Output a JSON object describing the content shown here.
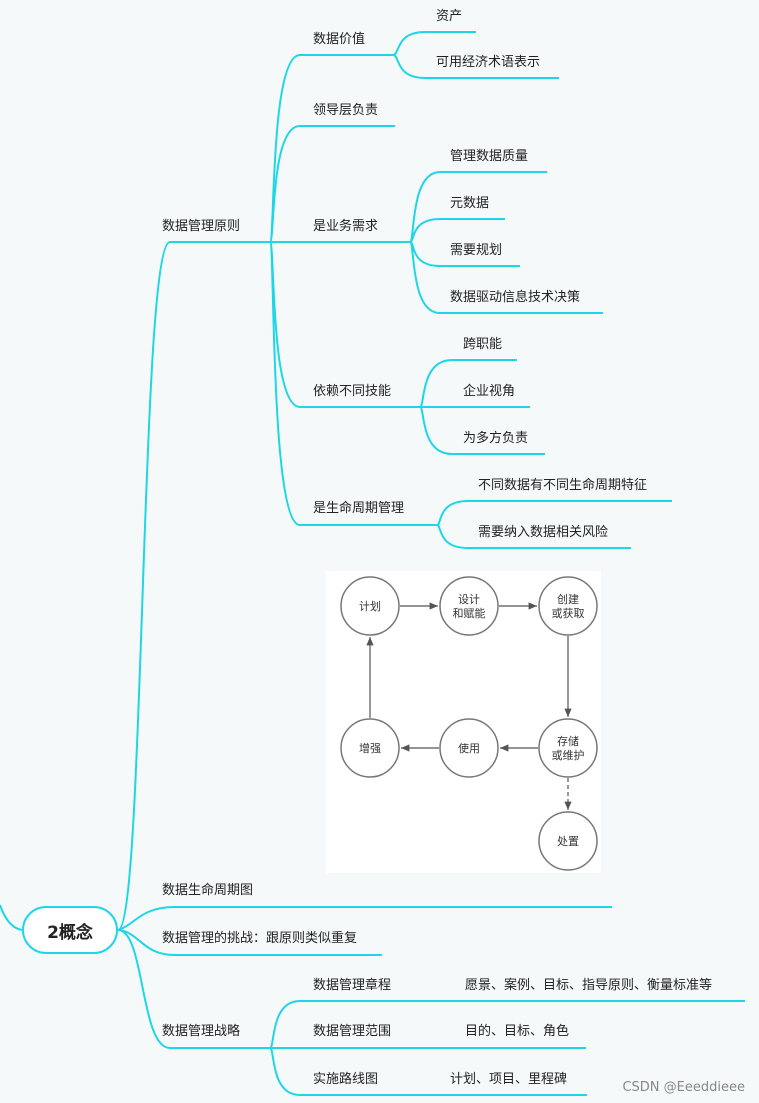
{
  "colors": {
    "branch": "#1fd6e6",
    "text": "#222222",
    "lifecycle_circle": "#666666"
  },
  "root": {
    "label": "2概念"
  },
  "principles": {
    "label": "数据管理原则",
    "value": {
      "label": "数据价值",
      "children": [
        "资产",
        "可用经济术语表示"
      ]
    },
    "leadership": {
      "label": "领导层负责"
    },
    "business": {
      "label": "是业务需求",
      "children": [
        "管理数据质量",
        "元数据",
        "需要规划",
        "数据驱动信息技术决策"
      ]
    },
    "skills": {
      "label": "依赖不同技能",
      "children": [
        "跨职能",
        "企业视角",
        "为多方负责"
      ]
    },
    "lifecycle": {
      "label": "是生命周期管理",
      "children": [
        "不同数据有不同生命周期特征",
        "需要纳入数据相关风险"
      ]
    }
  },
  "lifecycle_diagram": {
    "nodes": {
      "plan": "计划",
      "design_l1": "设计",
      "design_l2": "和赋能",
      "create_l1": "创建",
      "create_l2": "或获取",
      "store_l1": "存储",
      "store_l2": "或维护",
      "use": "使用",
      "enhance": "增强",
      "dispose": "处置"
    }
  },
  "lifecycle_chart": {
    "label": "数据生命周期图"
  },
  "challenge": {
    "label": "数据管理的挑战：跟原则类似重复"
  },
  "strategy": {
    "label": "数据管理战略",
    "charter": {
      "label": "数据管理章程",
      "detail": "愿景、案例、目标、指导原则、衡量标准等"
    },
    "scope": {
      "label": "数据管理范围",
      "detail": "目的、目标、角色"
    },
    "roadmap": {
      "label": "实施路线图",
      "detail": "计划、项目、里程碑"
    }
  },
  "watermark": "CSDN @Eeeddieee"
}
